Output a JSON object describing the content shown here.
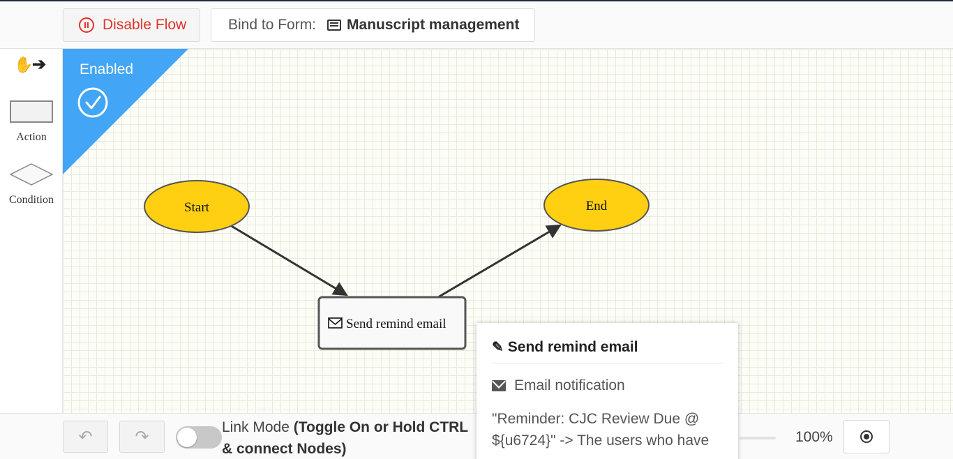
{
  "toolbar": {
    "disable_label": "Disable Flow",
    "bind_label": "Bind to Form:",
    "form_name": "Manuscript management"
  },
  "palette": {
    "action_label": "Action",
    "condition_label": "Condition"
  },
  "canvas": {
    "status": "Enabled",
    "nodes": {
      "start": "Start",
      "end": "End",
      "action": "Send remind email"
    }
  },
  "popup": {
    "title": "Send remind email",
    "subtitle": "Email notification",
    "description": "\"Reminder: CJC Review Due @ ${u6724}\" -> The users who have"
  },
  "bottom": {
    "link_mode_label": "Link Mode ",
    "link_mode_hint": "(Toggle On or Hold CTRL & connect Nodes)",
    "zoom": "100%"
  },
  "colors": {
    "accent_blue": "#42a5f5",
    "node_yellow": "#ffd012",
    "danger_red": "#e0332b"
  }
}
